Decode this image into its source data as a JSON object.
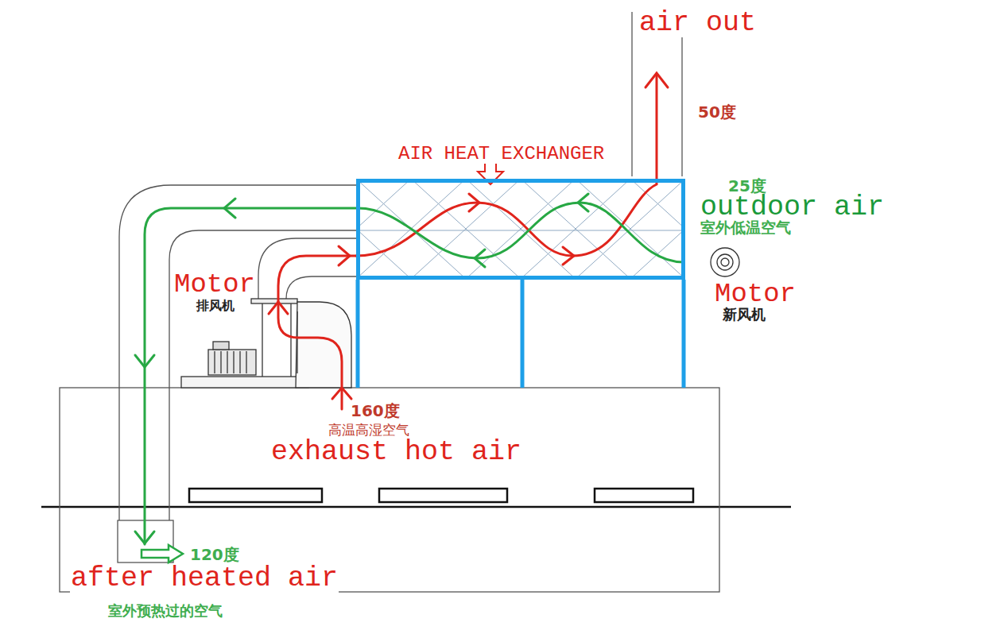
{
  "diagram": {
    "nodes": [
      {
        "text": [
          "AIR HEAT EXCHANGER"
        ]
      }
    ],
    "labels": [
      "air out",
      "50度",
      "25度",
      "outdoor air",
      "室外低温空气",
      "Motor",
      "排风机",
      "Motor",
      "新风机",
      "160度",
      "高温高湿空气",
      "exhaust hot air",
      "120度",
      "after heated air",
      "室外预热过的空气"
    ]
  }
}
